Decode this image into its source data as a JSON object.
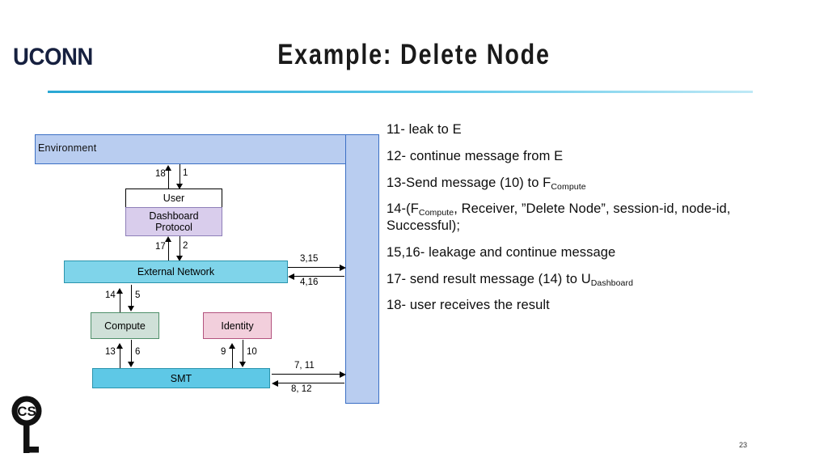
{
  "header": {
    "brand": "UCONN",
    "title": "Example: Delete Node"
  },
  "diagram": {
    "environment_label": "Environment",
    "boxes": {
      "user": "User",
      "dashboard_protocol": "Dashboard\nProtocol",
      "dashboard_protocol_line1": "Dashboard",
      "dashboard_protocol_line2": "Protocol",
      "external_network": "External Network",
      "compute": "Compute",
      "identity": "Identity",
      "smt": "SMT"
    },
    "arrow_labels": {
      "env_user_up": "18",
      "env_user_down": "1",
      "dash_ext_up": "17",
      "dash_ext_down": "2",
      "ext_env_out": "3,15",
      "ext_env_in": "4,16",
      "ext_compute_up": "14",
      "ext_compute_down": "5",
      "compute_smt_up": "13",
      "compute_smt_down": "6",
      "identity_smt_up": "9",
      "identity_smt_down": "10",
      "smt_env_out": "7, 11",
      "smt_env_in": "8, 12"
    },
    "colors": {
      "environment_fill": "#b9cdf0",
      "environment_border": "#3b6fc4",
      "dashboard_fill": "#d9cdec",
      "external_network_fill": "#7fd4ea",
      "compute_fill": "#cfe0d8",
      "identity_fill": "#f2cfdc",
      "smt_fill": "#5ec8e6",
      "rule_accent": "#2aa7d4",
      "brand_navy": "#16203f"
    }
  },
  "steps": [
    {
      "id": "11",
      "text": "11- leak to E"
    },
    {
      "id": "12",
      "text": "12- continue message from E"
    },
    {
      "id": "13",
      "pre": "13-Send message (10) to F",
      "sub": "Compute",
      "post": ""
    },
    {
      "id": "14",
      "pre": "14-(F",
      "sub": "Compute",
      "post": ", Receiver, ”Delete Node”, session-id, node-id, Successful);"
    },
    {
      "id": "15",
      "text": "15,16- leakage and continue message"
    },
    {
      "id": "17",
      "pre": "17- send result message (14) to U",
      "sub": "Dashboard",
      "post": ""
    },
    {
      "id": "18",
      "text": "18- user receives the result"
    }
  ],
  "footer": {
    "page_number": "23",
    "logo_name": "cs-key-logo"
  }
}
